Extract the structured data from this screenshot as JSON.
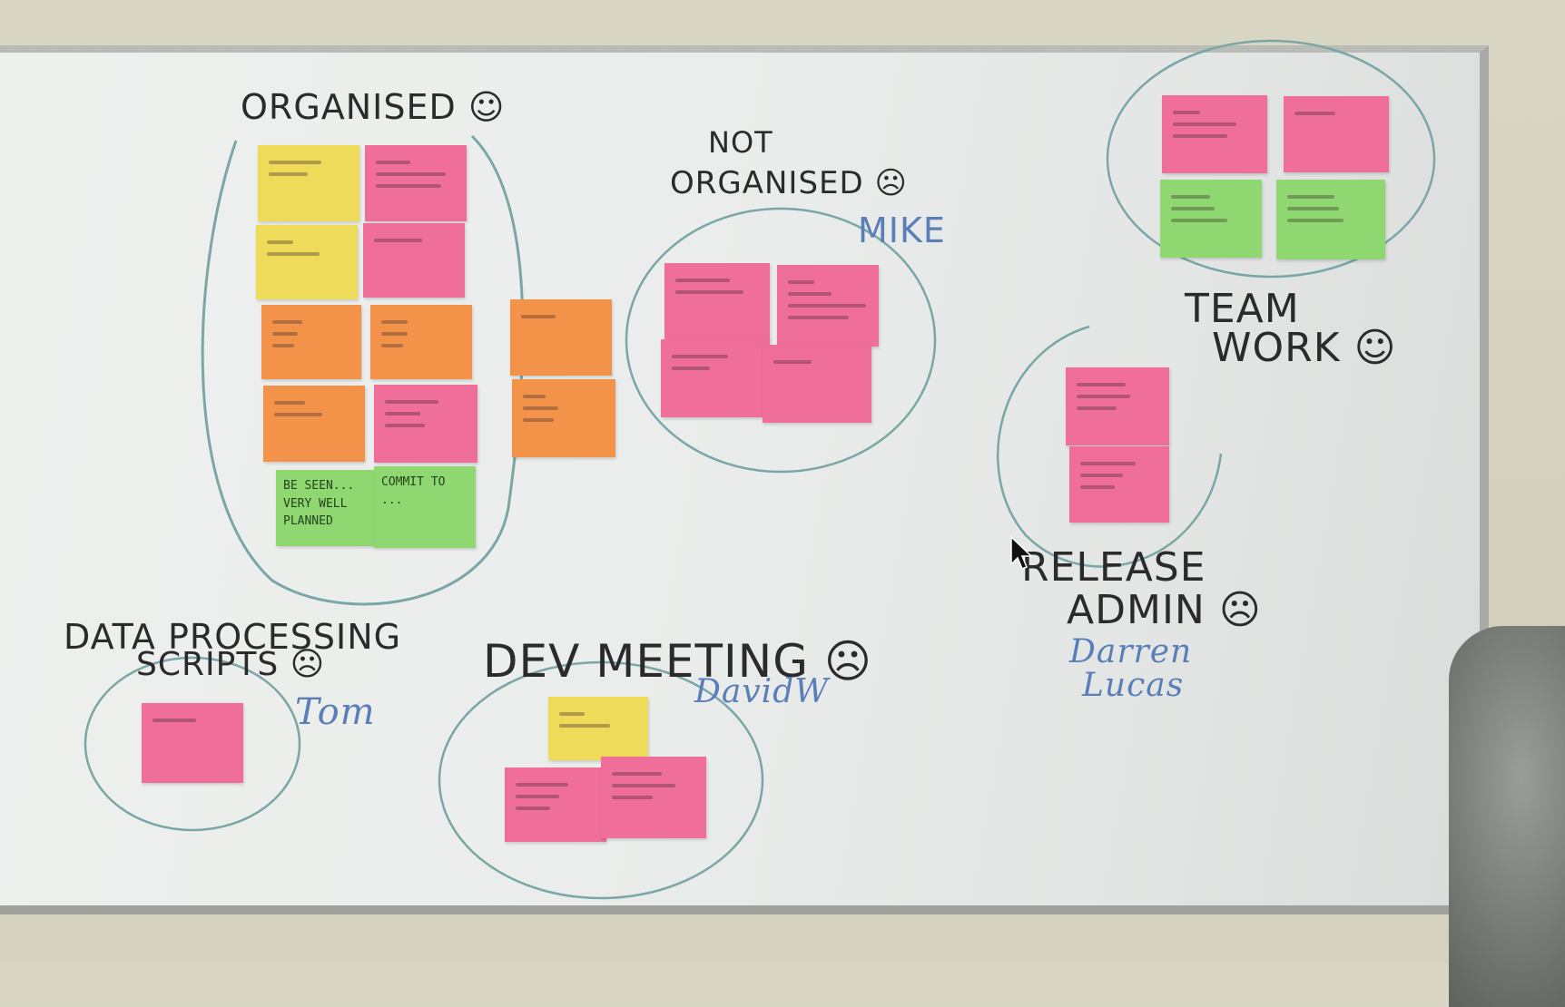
{
  "board": {
    "headings": {
      "organised": "ORGANISED",
      "not_organised_1": "NOT",
      "not_organised_2": "ORGANISED",
      "team_work_1": "TEAM",
      "team_work_2": "WORK",
      "release_admin_1": "RELEASE",
      "release_admin_2": "ADMIN",
      "data_processing_1": "DATA PROCESSING",
      "data_processing_2": "SCRIPTS",
      "dev_meeting": "DEV MEETING"
    },
    "names": {
      "mike": "MIKE",
      "tom": "Tom",
      "darren_lucas_1": "Darren",
      "darren_lucas_2": "Lucas",
      "davidw": "DavidW"
    },
    "moods": {
      "happy": "☺",
      "sad": "☹"
    },
    "notes": {
      "organised_green_1": "BE SEEN... VERY WELL PLANNED",
      "organised_green_2": "COMMIT TO ..."
    }
  },
  "colors": {
    "pink": "#f06e9a",
    "yellow": "#eedb5a",
    "orange": "#f3934a",
    "green": "#8fd771",
    "marker_black": "#2b2b2b",
    "marker_blue": "#5a7fb8",
    "board": "#eef0ee"
  }
}
